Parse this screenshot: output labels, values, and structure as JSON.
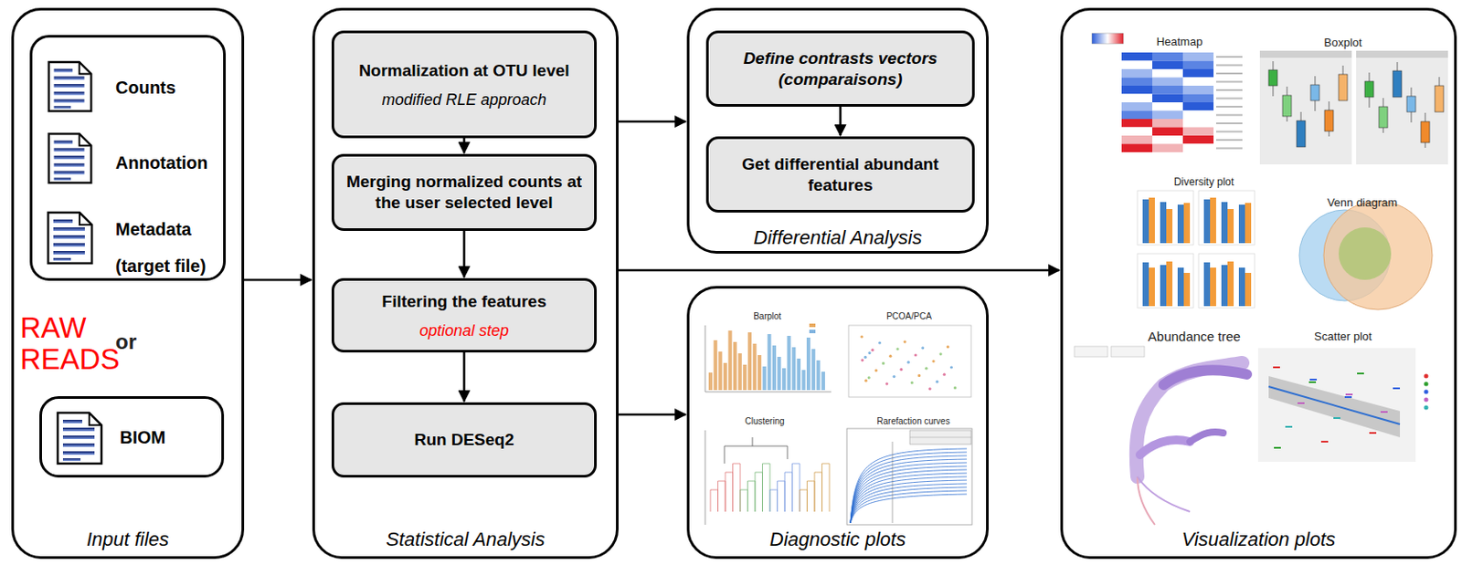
{
  "diagram": {
    "nodes": [
      {
        "text": [
          "Input files"
        ]
      },
      {
        "text": [
          "Counts",
          "Annotation",
          "Metadata (target file)"
        ],
        "in": 0
      },
      {
        "text": [
          "BIOM"
        ],
        "in": 0
      },
      {
        "text": [
          "Statistical Analysis"
        ]
      },
      {
        "text": [
          "Normalization at OTU level",
          "modified RLE approach"
        ],
        "in": 3
      },
      {
        "text": [
          "Merging normalized counts at the user selected level"
        ],
        "in": 3
      },
      {
        "text": [
          "Filtering the features",
          "optional step"
        ],
        "in": 3
      },
      {
        "text": [
          "Run DESeq2"
        ],
        "in": 3
      },
      {
        "text": [
          "Differential Analysis"
        ]
      },
      {
        "text": [
          "Define contrasts vectors (comparaisons)"
        ],
        "in": 8
      },
      {
        "text": [
          "Get differential abundant features"
        ],
        "in": 8
      },
      {
        "text": [
          "Diagnostic plots"
        ]
      },
      {
        "text": [
          "Visualization plots"
        ]
      }
    ],
    "edges": [
      {
        "from": 0,
        "to": 3,
        "arrow": "to"
      },
      {
        "from": 4,
        "to": 5,
        "arrow": "to"
      },
      {
        "from": 5,
        "to": 6,
        "arrow": "to"
      },
      {
        "from": 6,
        "to": 7,
        "arrow": "to"
      },
      {
        "from": 3,
        "to": 8,
        "arrow": "to"
      },
      {
        "from": 9,
        "to": 10,
        "arrow": "to"
      },
      {
        "from": 3,
        "to": 12,
        "arrow": "to"
      },
      {
        "from": 3,
        "to": 11,
        "arrow": "to"
      }
    ],
    "labels": [
      "RAW READS",
      "or",
      "Barplot",
      "PCOA/PCA",
      "Clustering",
      "Rarefaction curves",
      "Heatmap",
      "Boxplot",
      "Diversity plot",
      "Venn diagram",
      "Abundance tree",
      "Scatter plot"
    ]
  }
}
